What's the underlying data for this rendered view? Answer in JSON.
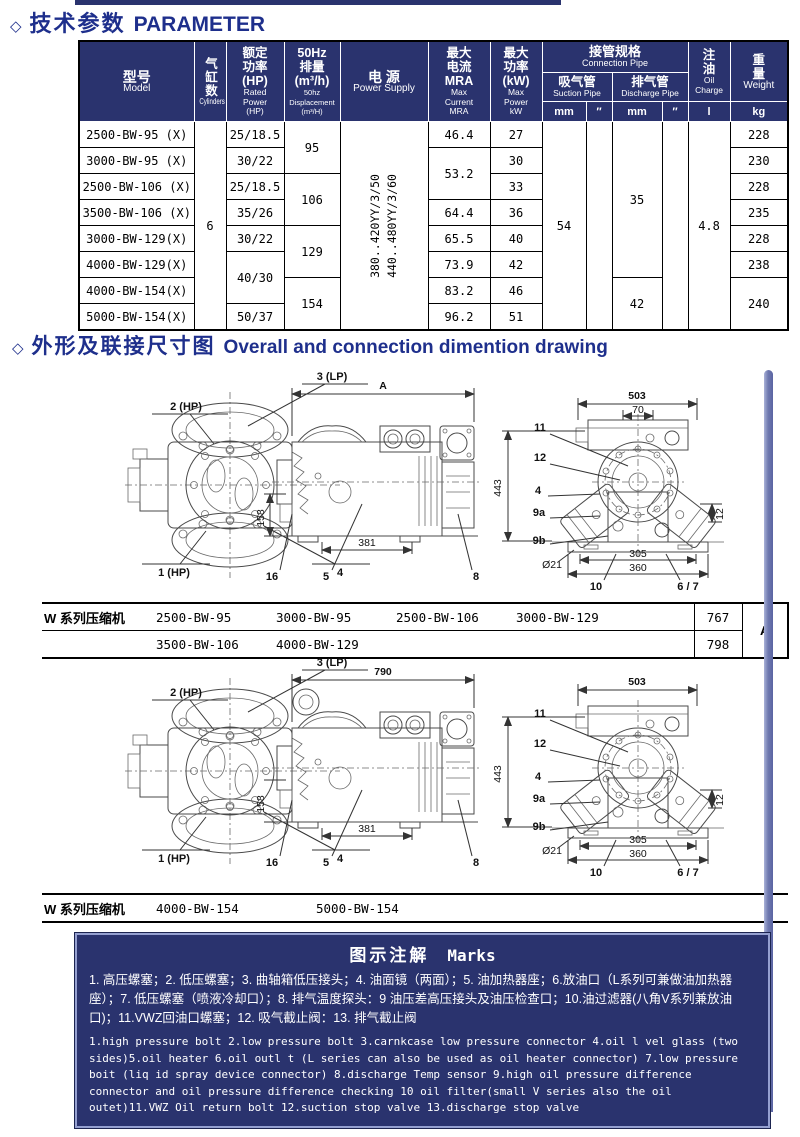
{
  "titles": {
    "diamond": "◇",
    "param_zh": "技术参数",
    "param_en": "PARAMETER",
    "draw_zh": "外形及联接尺寸图",
    "draw_en": "Overall and connection dimention drawing"
  },
  "spec_table": {
    "header": {
      "model_zh": "型号",
      "model_en": "Model",
      "cylinders_zh": "气缸数",
      "cylinders_en": "Cylinders",
      "rated_zh": "额定\n功率\n(HP)",
      "rated_en": "Rated\nPower\n(HP)",
      "disp_zh": "50Hz\n排量\n(m³/h)",
      "disp_en": "50hz\nDisplacement\n(m³/H)",
      "power_zh": "电 源",
      "power_en": "Power Supply",
      "mra_zh": "最大\n电流\nMRA",
      "mra_en": "Max\nCurrent\nMRA",
      "maxp_zh": "最大\n功率\n(kW)",
      "maxp_en": "Max\nPower\nkW",
      "pipe_zh": "接管规格",
      "pipe_en": "Connection Pipe",
      "suction_zh": "吸气管",
      "suction_en": "Suction Pipe",
      "discharge_zh": "排气管",
      "discharge_en": "Discharge Pipe",
      "oil_zh": "注\n油",
      "oil_en": "Oil\nCharge",
      "weight_zh": "重\n量",
      "weight_en": "Weight",
      "unit_mm1": "mm",
      "unit_in1": "″",
      "unit_mm2": "mm",
      "unit_in2": "″",
      "unit_l": "l",
      "unit_kg": "kg"
    },
    "cylinders_value": "6",
    "power_supply_line1": "380..420YY/3/50",
    "power_supply_line2": "440..480YY/3/60",
    "suction_mm": "54",
    "discharge_mm_1": "35",
    "discharge_mm_2": "42",
    "oil_value": "4.8",
    "rows": [
      {
        "model": "2500-BW-95 (X)",
        "rated": "25/18.5",
        "disp": "95",
        "mra": "46.4",
        "kw": "27",
        "weight": "228"
      },
      {
        "model": "3000-BW-95 (X)",
        "rated": "30/22",
        "mra": "53.2",
        "kw": "30",
        "weight": "230"
      },
      {
        "model": "2500-BW-106 (X)",
        "rated": "25/18.5",
        "disp": "106",
        "kw": "33",
        "weight": "228"
      },
      {
        "model": "3500-BW-106 (X)",
        "rated": "35/26",
        "mra": "64.4",
        "kw": "36",
        "weight": "235"
      },
      {
        "model": "3000-BW-129(X)",
        "rated": "30/22",
        "disp": "129",
        "mra": "65.5",
        "kw": "40",
        "weight": "228"
      },
      {
        "model": "4000-BW-129(X)",
        "rated": "40/30",
        "mra": "73.9",
        "kw": "42",
        "weight": "238"
      },
      {
        "model": "4000-BW-154(X)",
        "disp": "154",
        "mra": "83.2",
        "kw": "46",
        "weight": "240"
      },
      {
        "model": "5000-BW-154(X)",
        "rated": "50/37",
        "mra": "96.2",
        "kw": "51"
      }
    ]
  },
  "drawing1": {
    "label_3lp": "3 (LP)",
    "label_2hp": "2 (HP)",
    "label_1hp": "1 (HP)",
    "label_4": "4",
    "dim_top": "A",
    "dim_158": "158",
    "dim_381": "381",
    "label_16": "16",
    "label_5": "5",
    "label_8": "8",
    "dim_503": "503",
    "dim_70": "70",
    "dim_443": "443",
    "dim_12": "12",
    "label_11": "11",
    "label_12": "12",
    "label_4b": "4",
    "label_9a": "9a",
    "label_9b": "9b",
    "dim_305": "305",
    "dim_360": "360",
    "dia_21": "Ø21",
    "label_10": "10",
    "label_67": "6 / 7"
  },
  "model_table_a": {
    "series_label": "W 系列压缩机",
    "row1": [
      "2500-BW-95",
      "3000-BW-95",
      "2500-BW-106",
      "3000-BW-129"
    ],
    "row1_val": "767",
    "row2": [
      "3500-BW-106",
      "4000-BW-129"
    ],
    "row2_val": "798",
    "letter": "A"
  },
  "drawing2": {
    "label_3lp": "3 (LP)",
    "label_2hp": "2 (HP)",
    "label_1hp": "1 (HP)",
    "label_4": "4",
    "dim_top": "790",
    "dim_158": "158",
    "dim_381": "381",
    "label_16": "16",
    "label_5": "5",
    "label_8": "8",
    "dim_503": "503",
    "dim_443": "443",
    "dim_12": "12",
    "label_11": "11",
    "label_12": "12",
    "label_4b": "4",
    "label_9a": "9a",
    "label_9b": "9b",
    "dim_305": "305",
    "dim_360": "360",
    "dia_21": "Ø21",
    "label_10": "10",
    "label_67": "6 / 7"
  },
  "model_table_b": {
    "series_label": "W 系列压缩机",
    "models": [
      "4000-BW-154",
      "5000-BW-154"
    ]
  },
  "marks": {
    "title_zh": "图示注解",
    "title_en": "Marks",
    "zh_text": "1. 高压螺塞；2. 低压螺塞；3. 曲轴箱低压接头；4. 油面镜（两面）；5. 油加热器座；6.放油口（L系列可兼做油加热器座）；7. 低压螺塞（喷液冷却口）；8. 排气温度探头：9 油压差高压接头及油压检查口；10.油过滤器(八角V系列兼放油口)；11.VWZ回油口螺塞；12. 吸气截止阀：13. 排气截止阀",
    "en_text": "1.high pressure bolt 2.low pressure bolt 3.carnkcase low pressure connector 4.oil l vel glass (two sides)5.oil heater 6.oil outl t (L series can also be used as oil heater connector) 7.low pressure boit (liq id spray device connector) 8.discharge Temp sensor 9.high oil pressure difference connector and oil pressure difference checking 10 oil filter(small V series also the oil outet)11.VWZ Oil return bolt 12.suction stop valve 13.discharge stop valve"
  }
}
